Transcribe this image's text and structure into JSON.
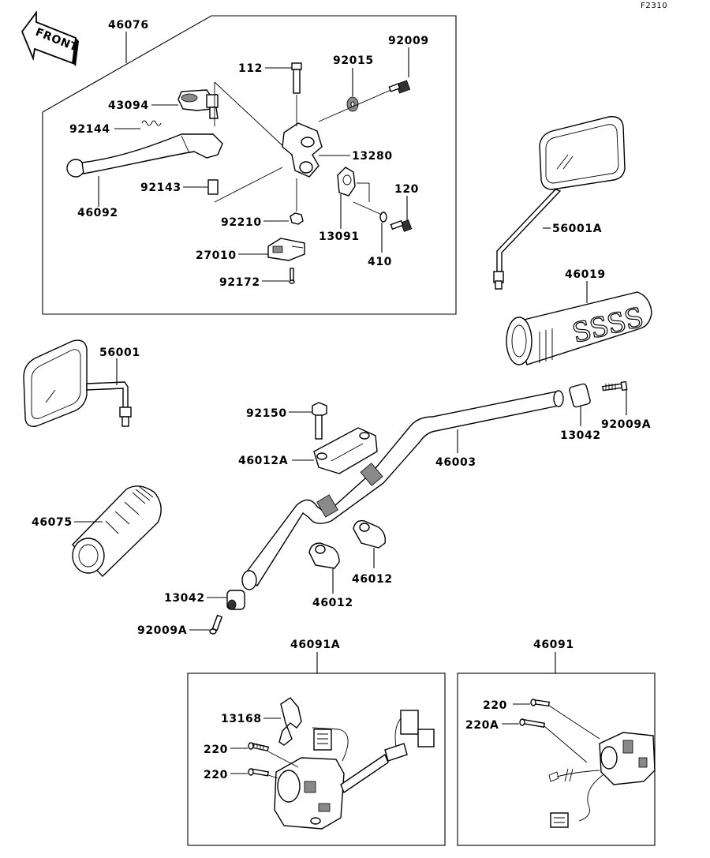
{
  "figure_code": "F2310",
  "front_label": "FRONT",
  "parts": {
    "p46076": "46076",
    "p43094": "43094",
    "p92144": "92144",
    "p92143": "92143",
    "p46092": "46092",
    "p112": "112",
    "p92015": "92015",
    "p92009": "92009",
    "p13280": "13280",
    "p120": "120",
    "p92210": "92210",
    "p13091": "13091",
    "p410": "410",
    "p27010": "27010",
    "p92172": "92172",
    "p56001A": "56001A",
    "p46019": "46019",
    "p56001": "56001",
    "p92150": "92150",
    "p46012A": "46012A",
    "p46003": "46003",
    "p13042a": "13042",
    "p92009Aa": "92009A",
    "p46075": "46075",
    "p46012a": "46012",
    "p46012b": "46012",
    "p13042b": "13042",
    "p92009Ab": "92009A",
    "p46091A": "46091A",
    "p46091": "46091",
    "p13168": "13168",
    "p220a": "220",
    "p220b": "220",
    "p220c": "220",
    "p220A": "220A"
  }
}
